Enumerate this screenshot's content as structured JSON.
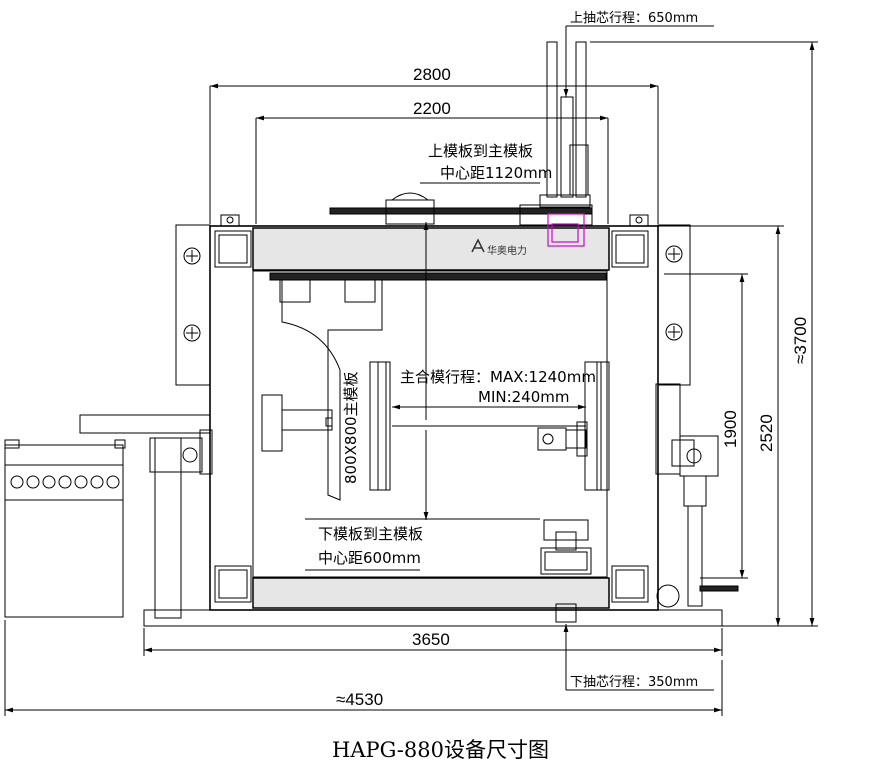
{
  "dimensions": {
    "top_outer_width": "2800",
    "top_inner_width": "2200",
    "bottom_width": "3650",
    "total_width": "≈4530",
    "total_height": "≈3700",
    "frame_height": "2520",
    "inner_height": "1900"
  },
  "labels": {
    "upper_core_stroke": "上抽芯行程：650mm",
    "lower_core_stroke": "下抽芯行程：350mm",
    "upper_center_line1": "上模板到主模板",
    "upper_center_line2": "中心距1120mm",
    "lower_center_line1": "下模板到主模板",
    "lower_center_line2": "中心距600mm",
    "main_stroke_max": "主合模行程：MAX:1240mm",
    "main_stroke_min": "MIN:240mm",
    "main_plate": "800X800主模板",
    "logo_text": "华奥电力",
    "caption": "HAPG-880设备尺寸图"
  },
  "colors": {
    "line": "#000000",
    "highlight": "#d000d0"
  }
}
